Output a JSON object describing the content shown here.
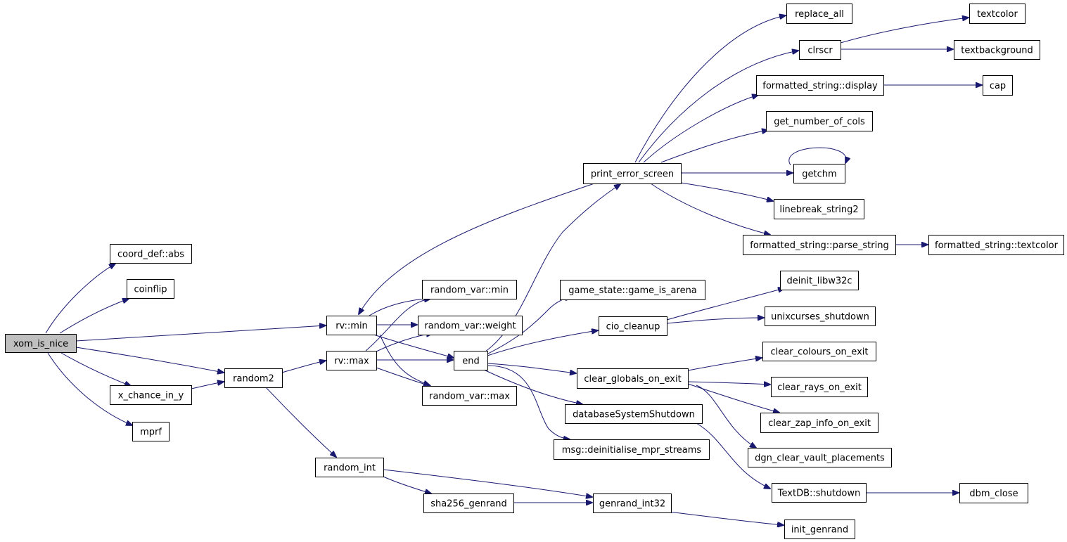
{
  "diagram": {
    "type": "call-graph",
    "root": "xom_is_nice",
    "colors": {
      "edge": "#191970",
      "node_border": "#000000",
      "root_fill": "#bfbfbf",
      "node_fill": "#ffffff"
    },
    "nodes": [
      {
        "id": "xom_is_nice",
        "label": "xom_is_nice"
      },
      {
        "id": "coord_abs",
        "label": "coord_def::abs"
      },
      {
        "id": "coinflip",
        "label": "coinflip"
      },
      {
        "id": "x_chance",
        "label": "x_chance_in_y"
      },
      {
        "id": "mprf",
        "label": "mprf"
      },
      {
        "id": "random2",
        "label": "random2"
      },
      {
        "id": "rv_min",
        "label": "rv::min"
      },
      {
        "id": "rv_max",
        "label": "rv::max"
      },
      {
        "id": "rvar_min",
        "label": "random_var::min"
      },
      {
        "id": "rvar_weight",
        "label": "random_var::weight"
      },
      {
        "id": "rvar_max",
        "label": "random_var::max"
      },
      {
        "id": "end",
        "label": "end"
      },
      {
        "id": "random_int",
        "label": "random_int"
      },
      {
        "id": "sha256",
        "label": "sha256_genrand"
      },
      {
        "id": "genrand_int32",
        "label": "genrand_int32"
      },
      {
        "id": "init_genrand",
        "label": "init_genrand"
      },
      {
        "id": "print_error_screen",
        "label": "print_error_screen"
      },
      {
        "id": "replace_all",
        "label": "replace_all"
      },
      {
        "id": "clrscr",
        "label": "clrscr"
      },
      {
        "id": "textcolor",
        "label": "textcolor"
      },
      {
        "id": "textbackground",
        "label": "textbackground"
      },
      {
        "id": "fs_display",
        "label": "formatted_string::display"
      },
      {
        "id": "cap",
        "label": "cap"
      },
      {
        "id": "get_cols",
        "label": "get_number_of_cols"
      },
      {
        "id": "getchm",
        "label": "getchm"
      },
      {
        "id": "linebreak",
        "label": "linebreak_string2"
      },
      {
        "id": "fs_parse",
        "label": "formatted_string::parse_string"
      },
      {
        "id": "fs_textcolor",
        "label": "formatted_string::textcolor"
      },
      {
        "id": "game_arena",
        "label": "game_state::game_is_arena"
      },
      {
        "id": "cio_cleanup",
        "label": "cio_cleanup"
      },
      {
        "id": "deinit_libw32c",
        "label": "deinit_libw32c"
      },
      {
        "id": "unixcurses",
        "label": "unixcurses_shutdown"
      },
      {
        "id": "clear_globals",
        "label": "clear_globals_on_exit"
      },
      {
        "id": "clear_colours",
        "label": "clear_colours_on_exit"
      },
      {
        "id": "clear_rays",
        "label": "clear_rays_on_exit"
      },
      {
        "id": "clear_zap",
        "label": "clear_zap_info_on_exit"
      },
      {
        "id": "dgn_clear",
        "label": "dgn_clear_vault_placements"
      },
      {
        "id": "db_shutdown",
        "label": "databaseSystemShutdown"
      },
      {
        "id": "msg_deinit",
        "label": "msg::deinitialise_mpr_streams"
      },
      {
        "id": "textdb",
        "label": "TextDB::shutdown"
      },
      {
        "id": "dbm_close",
        "label": "dbm_close"
      }
    ],
    "edges": [
      [
        "xom_is_nice",
        "coord_abs"
      ],
      [
        "xom_is_nice",
        "coinflip"
      ],
      [
        "xom_is_nice",
        "rv_min"
      ],
      [
        "xom_is_nice",
        "random2"
      ],
      [
        "xom_is_nice",
        "x_chance"
      ],
      [
        "xom_is_nice",
        "mprf"
      ],
      [
        "x_chance",
        "random2"
      ],
      [
        "random2",
        "rv_max"
      ],
      [
        "random2",
        "random_int"
      ],
      [
        "rv_min",
        "rvar_min"
      ],
      [
        "rv_min",
        "rvar_weight"
      ],
      [
        "rv_min",
        "end"
      ],
      [
        "rv_min",
        "rvar_max"
      ],
      [
        "rv_max",
        "rvar_min"
      ],
      [
        "rv_max",
        "rvar_weight"
      ],
      [
        "rv_max",
        "end"
      ],
      [
        "rv_max",
        "rvar_max"
      ],
      [
        "random_int",
        "sha256"
      ],
      [
        "random_int",
        "genrand_int32"
      ],
      [
        "sha256",
        "genrand_int32"
      ],
      [
        "genrand_int32",
        "init_genrand"
      ],
      [
        "end",
        "print_error_screen"
      ],
      [
        "end",
        "game_arena"
      ],
      [
        "end",
        "cio_cleanup"
      ],
      [
        "end",
        "clear_globals"
      ],
      [
        "end",
        "db_shutdown"
      ],
      [
        "end",
        "msg_deinit"
      ],
      [
        "print_error_screen",
        "rv_min"
      ],
      [
        "print_error_screen",
        "replace_all"
      ],
      [
        "print_error_screen",
        "clrscr"
      ],
      [
        "print_error_screen",
        "fs_display"
      ],
      [
        "print_error_screen",
        "get_cols"
      ],
      [
        "print_error_screen",
        "getchm"
      ],
      [
        "print_error_screen",
        "linebreak"
      ],
      [
        "print_error_screen",
        "fs_parse"
      ],
      [
        "clrscr",
        "textcolor"
      ],
      [
        "clrscr",
        "textbackground"
      ],
      [
        "fs_display",
        "cap"
      ],
      [
        "getchm",
        "getchm"
      ],
      [
        "fs_parse",
        "fs_textcolor"
      ],
      [
        "cio_cleanup",
        "deinit_libw32c"
      ],
      [
        "cio_cleanup",
        "unixcurses"
      ],
      [
        "clear_globals",
        "clear_colours"
      ],
      [
        "clear_globals",
        "clear_rays"
      ],
      [
        "clear_globals",
        "clear_zap"
      ],
      [
        "clear_globals",
        "dgn_clear"
      ],
      [
        "db_shutdown",
        "textdb"
      ],
      [
        "textdb",
        "dbm_close"
      ]
    ]
  }
}
